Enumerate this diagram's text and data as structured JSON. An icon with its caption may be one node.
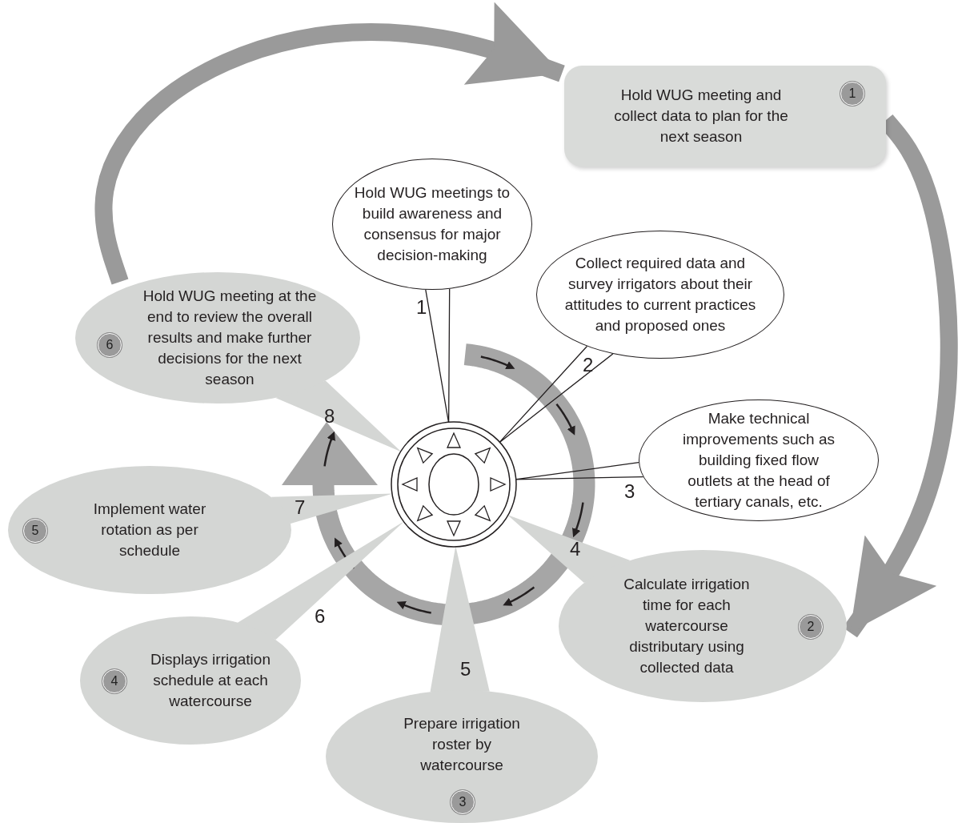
{
  "diagram": {
    "nodes": [
      {
        "text": [],
        "shape": "circle"
      },
      {
        "text": [
          "Hold WUG meetings to build awareness and consensus for major decision-making"
        ],
        "beside": [
          "1"
        ]
      },
      {
        "text": [
          "Collect required data and survey irrigators about their attitudes to current practices and proposed ones"
        ],
        "beside": [
          "2"
        ]
      },
      {
        "text": [
          "Make technical improvements such as building fixed flow outlets at the head of tertiary canals, etc."
        ],
        "beside": [
          "3"
        ]
      },
      {
        "text": [
          "Calculate irrigation time for each watercourse distributary using collected data",
          "2"
        ],
        "beside": [
          "4"
        ]
      },
      {
        "text": [
          "Prepare irrigation roster by watercourse",
          "3"
        ],
        "beside": [
          "5"
        ]
      },
      {
        "text": [
          "4",
          "Displays irrigation schedule at each watercourse"
        ],
        "beside": [
          "6"
        ]
      },
      {
        "text": [
          "5",
          "Implement water rotation as per schedule"
        ],
        "beside": [
          "7"
        ]
      },
      {
        "text": [
          "6",
          "Hold WUG meeting at the end to review the overall results and make further decisions for the next season"
        ],
        "beside": [
          "8"
        ]
      },
      {
        "text": [
          "Hold WUG meeting and collect data to plan for the next season",
          "1"
        ]
      }
    ],
    "edges": [
      {
        "from": 1,
        "to": 0,
        "arrow": "none"
      },
      {
        "from": 2,
        "to": 0,
        "arrow": "none"
      },
      {
        "from": 3,
        "to": 0,
        "arrow": "none"
      },
      {
        "from": 4,
        "to": 0,
        "arrow": "none"
      },
      {
        "from": 5,
        "to": 0,
        "arrow": "none"
      },
      {
        "from": 6,
        "to": 0,
        "arrow": "none"
      },
      {
        "from": 7,
        "to": 0,
        "arrow": "none"
      },
      {
        "from": 8,
        "to": 0,
        "arrow": "none"
      },
      {
        "from": 8,
        "to": 9,
        "arrow": "to",
        "style": "thick",
        "color": "#9a9a9a"
      },
      {
        "from": 9,
        "to": 4,
        "arrow": "to",
        "style": "thick",
        "color": "#9a9a9a"
      }
    ]
  }
}
